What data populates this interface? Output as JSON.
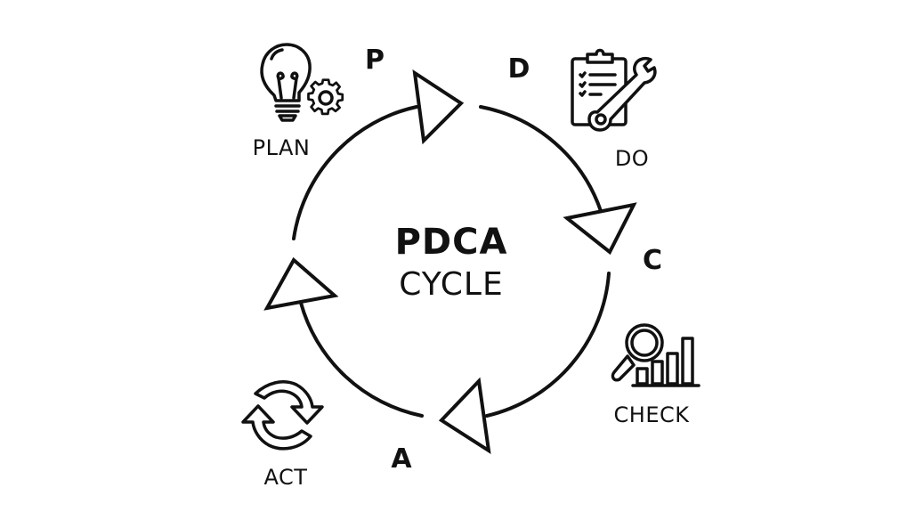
{
  "diagram": {
    "title": "PDCA",
    "subtitle": "CYCLE",
    "colors": {
      "stroke": "#111111",
      "background": "#ffffff"
    },
    "phases": [
      {
        "letter": "P",
        "label": "PLAN",
        "icon": "lightbulb-gear-icon"
      },
      {
        "letter": "D",
        "label": "DO",
        "icon": "clipboard-wrench-icon"
      },
      {
        "letter": "C",
        "label": "CHECK",
        "icon": "magnifier-bar-chart-icon"
      },
      {
        "letter": "A",
        "label": "ACT",
        "icon": "refresh-arrows-icon"
      }
    ]
  }
}
